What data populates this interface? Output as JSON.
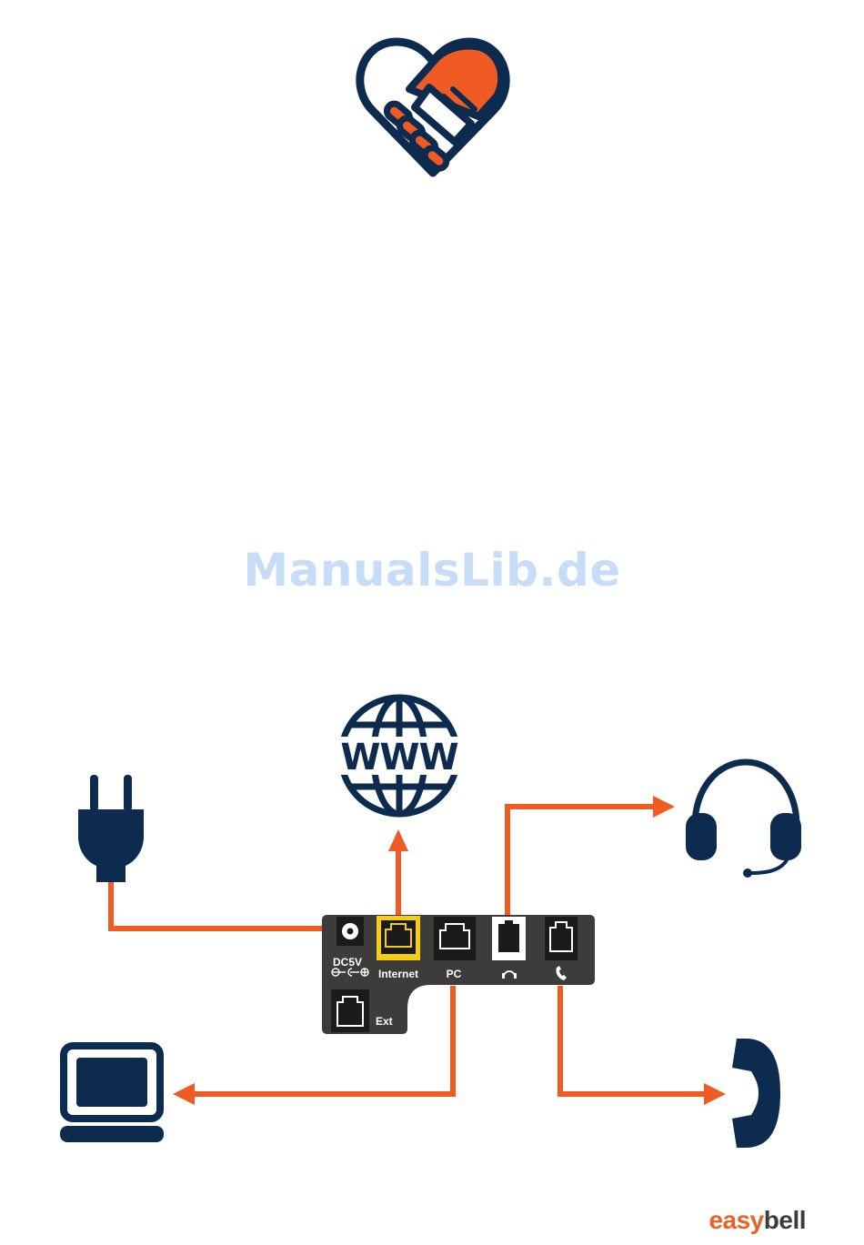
{
  "brand": {
    "part1": "easy",
    "part2": "bell"
  },
  "watermark": "ManualsLib.de",
  "device": {
    "ports": {
      "power": "DC5V",
      "internet": "Internet",
      "pc": "PC",
      "ext": "Ext"
    }
  },
  "icons": {
    "logo": "handshake-heart-icon",
    "internet": "globe-www-icon",
    "power": "power-plug-icon",
    "headset": "headset-icon",
    "computer": "computer-monitor-icon",
    "phone": "phone-handset-icon",
    "headset_port": "headset-port-icon",
    "phone_port": "phone-port-icon"
  },
  "globe_text": "WWW",
  "colors": {
    "navy": "#0d2b4e",
    "orange": "#f05a23",
    "device": "#3e3b3b",
    "yellow": "#f7cd14",
    "watermark": "#c6dcf7",
    "brand_orange": "#e8622a",
    "brand_grey": "#3c3c3c"
  }
}
